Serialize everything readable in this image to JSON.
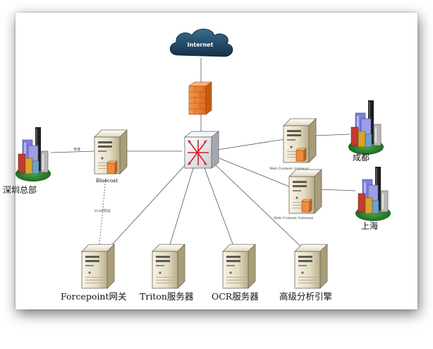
{
  "internet": {
    "label": "Internet",
    "icon": "cloud-icon"
  },
  "firewall": {
    "icon": "firewall-icon",
    "color": "#f07a24"
  },
  "core_switch": {
    "icon": "router-icon",
    "arrow_color": "#d32020"
  },
  "proxy": {
    "label": "Bluecoat",
    "icon": "server-icon"
  },
  "headquarters": {
    "label": "深圳总部",
    "icon": "city-buildings-icon"
  },
  "branches": [
    {
      "label": "成都",
      "gateway_label": "Web Content Gateway"
    },
    {
      "label": "上海",
      "gateway_label": "Web Content Gateway"
    }
  ],
  "bottom_servers": [
    {
      "label": "Forcepoint网关"
    },
    {
      "label": "Triton服务器"
    },
    {
      "label": "OCR服务器"
    },
    {
      "label": "高级分析引擎"
    }
  ],
  "link_labels": {
    "hq_to_proxy": "专线",
    "proxy_to_forcepoint": "ICAP协议"
  }
}
